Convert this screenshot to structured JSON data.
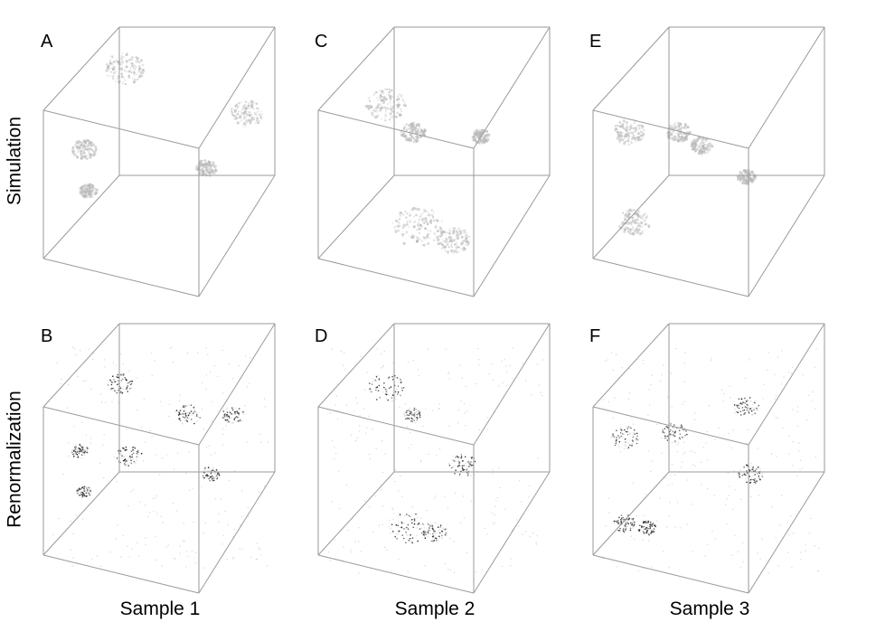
{
  "figure": {
    "row_labels": [
      "Simulation",
      "Renormalization"
    ],
    "column_labels": [
      "Sample 1",
      "Sample 2",
      "Sample 3"
    ],
    "panels": [
      {
        "letter": "A",
        "row": 0,
        "col": 0,
        "style": "diffuse"
      },
      {
        "letter": "C",
        "row": 0,
        "col": 1,
        "style": "diffuse"
      },
      {
        "letter": "E",
        "row": 0,
        "col": 2,
        "style": "diffuse"
      },
      {
        "letter": "B",
        "row": 1,
        "col": 0,
        "style": "dotted"
      },
      {
        "letter": "D",
        "row": 1,
        "col": 1,
        "style": "dotted"
      },
      {
        "letter": "F",
        "row": 1,
        "col": 2,
        "style": "dotted"
      }
    ],
    "colors": {
      "cube_edge": "#9a9a9a",
      "diffuse_cluster": "#b8b8b8",
      "dotted_cluster": "#222222"
    }
  }
}
